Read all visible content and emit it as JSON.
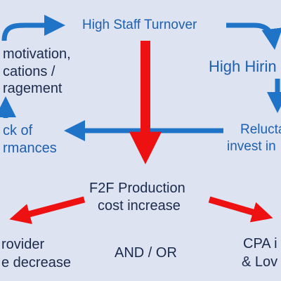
{
  "colors": {
    "background": "#dde3f0",
    "blue_arrow": "#1f74c8",
    "red_arrow": "#ee1111",
    "blue_text": "#1d5fb0",
    "dark_text": "#1b2b4c"
  },
  "nodes": {
    "high_staff_turnover": "High Staff Turnover",
    "demotivation_line1": "motivation,",
    "demotivation_line2": "cations /",
    "demotivation_line3": "ragement",
    "high_hiring": "High Hirin",
    "lack_line1": "ck of",
    "lack_line2": "rmances",
    "reluctance_line1": "Relucta",
    "reluctance_line2": "invest in",
    "f2f_line1": "F2F Production",
    "f2f_line2": "cost increase",
    "provider_line1": "rovider",
    "provider_line2": "e decrease",
    "and_or": "AND / OR",
    "cpa_line1": "CPA i",
    "cpa_line2": "& Lov"
  }
}
